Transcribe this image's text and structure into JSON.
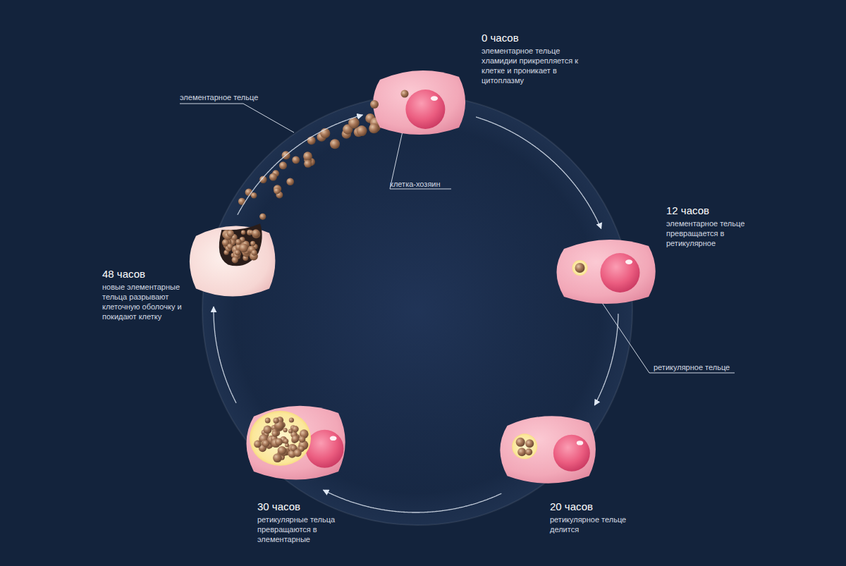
{
  "diagram": {
    "nodes": [
      {
        "text": [
          "0 часов",
          "элементарное тельце хламидии прикрепляется к клетке и проникает в цитоплазму"
        ]
      },
      {
        "text": [
          "12 часов",
          "элементарное тельце превращается в ретикулярное"
        ]
      },
      {
        "text": [
          "20 часов",
          "ретикулярное тельце делится"
        ]
      },
      {
        "text": [
          "30 часов",
          "ретикулярные тельца превращаются в элементарные"
        ]
      },
      {
        "text": [
          "48 часов",
          "новые элементарные тельца разрывают клеточную оболочку и покидают клетку"
        ]
      }
    ],
    "edges": [
      {
        "from": 0,
        "to": 1,
        "arrow": "to"
      },
      {
        "from": 1,
        "to": 2,
        "arrow": "to"
      },
      {
        "from": 2,
        "to": 3,
        "arrow": "to"
      },
      {
        "from": 3,
        "to": 4,
        "arrow": "to"
      },
      {
        "from": 4,
        "to": 0,
        "arrow": "to"
      }
    ],
    "labels": [
      "элементарное тельце",
      "клетка-хозяин",
      "ретикулярное тельце"
    ]
  }
}
